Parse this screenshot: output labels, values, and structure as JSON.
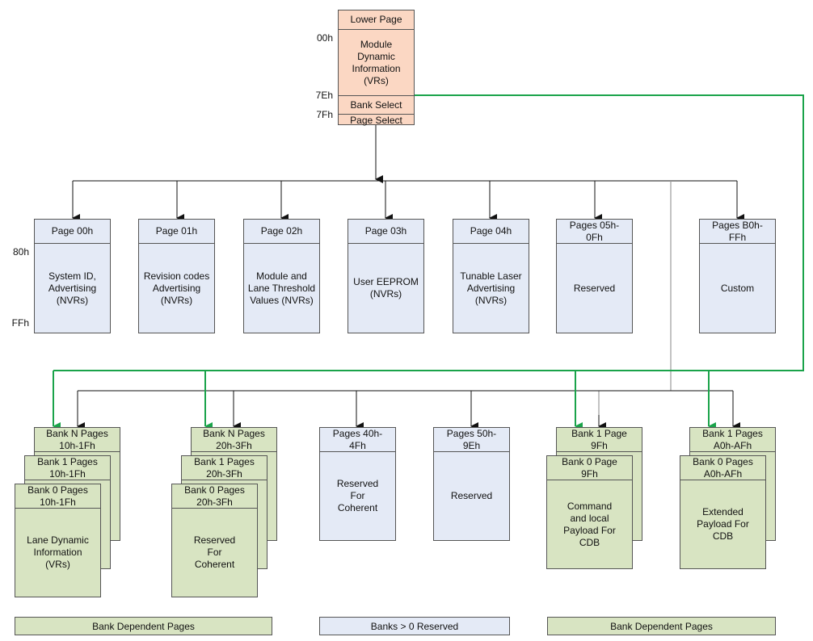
{
  "top": {
    "header": "Lower Page",
    "dynamic": "Module Dynamic Information (VRs)",
    "bank_select": "Bank Select",
    "page_select": "Page Select",
    "addr_00": "00h",
    "addr_7e": "7Eh",
    "addr_7f": "7Fh"
  },
  "row_labels": {
    "addr_80": "80h",
    "addr_ff": "FFh"
  },
  "upper_pages": [
    {
      "header": "Page 00h",
      "body": "System ID, Advertising (NVRs)"
    },
    {
      "header": "Page 01h",
      "body": "Revision codes Advertising (NVRs)"
    },
    {
      "header": "Page 02h",
      "body": "Module and Lane Threshold Values (NVRs)"
    },
    {
      "header": "Page 03h",
      "body": "User EEPROM (NVRs)"
    },
    {
      "header": "Page 04h",
      "body": "Tunable Laser Advertising (NVRs)"
    },
    {
      "header": "Pages 05h-0Fh",
      "body": "Reserved"
    },
    {
      "header": "Pages B0h-FFh",
      "body": "Custom"
    }
  ],
  "bank_groups": [
    {
      "back": "Bank N Pages 10h-1Fh",
      "mid": "Bank 1 Pages 10h-1Fh",
      "front": "Bank 0 Pages 10h-1Fh",
      "body": "Lane Dynamic Information (VRs)"
    },
    {
      "back": "Bank N Pages 20h-3Fh",
      "mid": "Bank 1 Pages 20h-3Fh",
      "front": "Bank 0 Pages 20h-3Fh",
      "body": "Reserved For Coherent"
    }
  ],
  "bank0_pages": [
    {
      "header": "Pages 40h-4Fh",
      "body": "Reserved For Coherent"
    },
    {
      "header": "Pages 50h-9Eh",
      "body": "Reserved"
    }
  ],
  "cdb_groups": [
    {
      "back": "Bank 1 Page 9Fh",
      "front": "Bank 0 Page 9Fh",
      "body": "Command and local Payload For CDB"
    },
    {
      "back": "Bank 1 Pages A0h-AFh",
      "front": "Bank 0 Pages A0h-AFh",
      "body": "Extended Payload For CDB"
    }
  ],
  "legend": {
    "left": "Bank Dependent Pages",
    "middle": "Banks > 0 Reserved",
    "right": "Bank Dependent Pages"
  },
  "colors": {
    "lower_page": "#fbd7c3",
    "upper_page": "#e4eaf6",
    "bank_page": "#d8e4c2",
    "bank_select_wire": "#1aa34a"
  }
}
